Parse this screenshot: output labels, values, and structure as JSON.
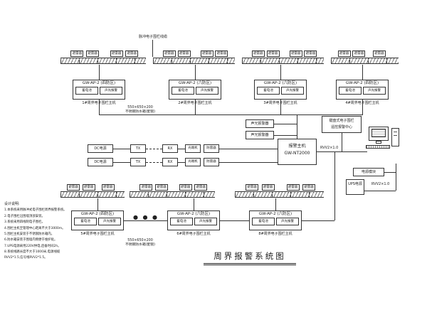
{
  "diagram_title": "周界报警系统图",
  "fence": {
    "arrester_label": "避雷器",
    "cable_label": "脉冲电子围栏线缆"
  },
  "enclosure": {
    "size": "550×650×200",
    "label": "不锈钢防水箱(配锁)"
  },
  "hosts": [
    {
      "title": "GW-AP-2 (四防区)",
      "battery": "蓄电池",
      "siren": "声光报警",
      "caption": "1#周界电子围栏主机"
    },
    {
      "title": "GW-AP-2 (六防区)",
      "battery": "蓄电池",
      "siren": "声光报警",
      "caption": "2#周界电子围栏主机"
    },
    {
      "title": "GW-AP-2 (六防区)",
      "battery": "蓄电池",
      "siren": "声光报警",
      "caption": "3#周界电子围栏主机"
    },
    {
      "title": "GW-AP-2 (四防区)",
      "battery": "蓄电池",
      "siren": "声光报警",
      "caption": "4#周界电子围栏主机"
    },
    {
      "title": "GW-AP-2 (四防区)",
      "battery": "蓄电池",
      "siren": "声光报警",
      "caption": "5#周界电子围栏主机"
    },
    {
      "title": "GW-AP-2 (六防区)",
      "battery": "蓄电池",
      "siren": "声光报警",
      "caption": "6#周界电子围栏主机"
    },
    {
      "title": "GW-AP-2 (六防区)",
      "battery": "蓄电池",
      "siren": "声光报警",
      "caption": "8#周界电子围栏主机"
    }
  ],
  "center": {
    "alarm_host": {
      "line1": "报警主机",
      "line2": "GW-NT2000"
    },
    "siren1": "声光报警器",
    "siren2": "声光报警器",
    "keypad": {
      "line1": "键盘式电子围栏",
      "line2": "遥控报警中心"
    },
    "dc1": "DC电源",
    "dc2": "DC电源",
    "tx": "TX",
    "rx": "RX",
    "module_a": "光端机",
    "module_b": "防雷器",
    "cable_pc": "RVV2×1.0",
    "cable_ups": "RVV2×1.0",
    "power_module": "电源模块",
    "ups": "UPS电源",
    "dots": "● ● ●"
  },
  "notes": {
    "header": "设计说明:",
    "items": [
      "1.本系统采用脉冲式电子围栏周界报警系统。",
      "2.电子围栏沿围墙顶部安装。",
      "3.系统采用四线制电子围栏。",
      "4.围栏主机至管理中心距离不大于3000m。",
      "5.围栏主机安装于不锈钢防水箱内。",
      "6.防水箱安装于围墙内侧便于维护处。",
      "7.UPS电源采用220V供电,后备时间2h。",
      "8.系统线路长度不大于1000米,电源线缆 RVV2*1.5,信号线RVV2*1.5。"
    ]
  }
}
